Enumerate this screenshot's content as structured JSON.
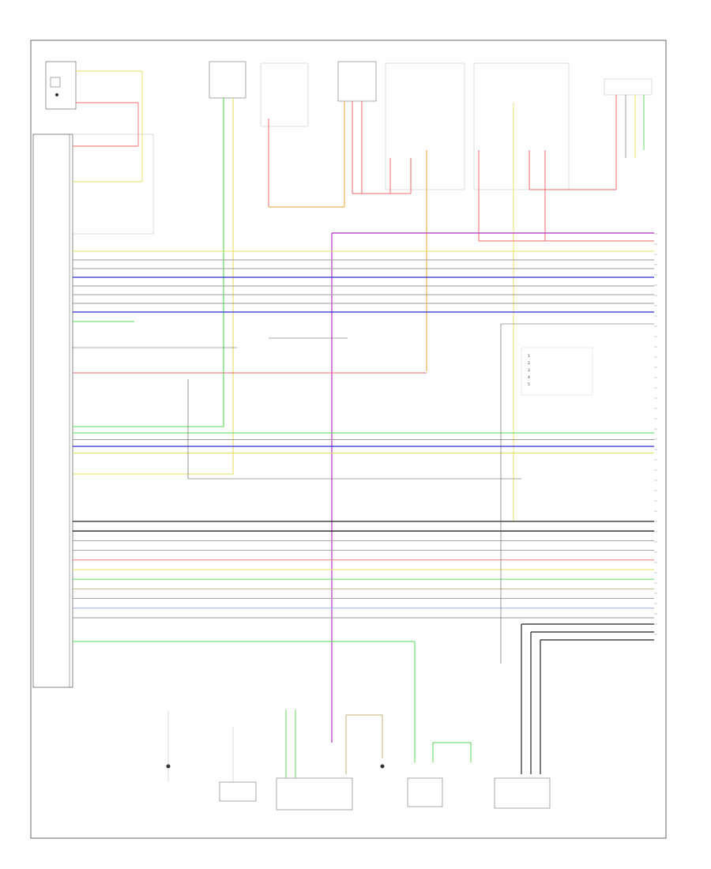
{
  "colors": {
    "frame": "#333333",
    "wire_yellow": "#e8e060",
    "wire_red": "#f06a6a",
    "wire_green": "#55d855",
    "wire_blue": "#2a2ad8",
    "wire_violet": "#b030c0",
    "wire_orange": "#f0a030",
    "wire_black": "#222222",
    "wire_gray": "#9a9a9a",
    "wire_tan": "#c8b078",
    "wire_lightblue": "#8aa0f0"
  },
  "wire_colors": [
    "yellow",
    "red",
    "green",
    "blue",
    "violet",
    "orange",
    "black",
    "gray",
    "tan",
    "lightblue"
  ],
  "bus_groups": [
    {
      "id": "group-a",
      "wires": [
        "yellow",
        "gray",
        "gray",
        "blue",
        "gray",
        "gray",
        "gray",
        "blue"
      ]
    },
    {
      "id": "group-b",
      "wires": [
        "green",
        "gray",
        "blue",
        "yellow"
      ]
    },
    {
      "id": "group-c",
      "wires": [
        "black",
        "black",
        "gray",
        "gray",
        "red",
        "yellow",
        "green",
        "tan",
        "gray",
        "lightblue",
        "gray"
      ]
    }
  ],
  "legend_entries": [
    "1",
    "2",
    "3",
    "4",
    "5"
  ],
  "components": [
    {
      "id": "top-left-switch"
    },
    {
      "id": "top-connector-1"
    },
    {
      "id": "top-connector-2"
    },
    {
      "id": "top-connector-3"
    },
    {
      "id": "top-connector-4"
    },
    {
      "id": "top-connector-5"
    },
    {
      "id": "top-right-connector"
    },
    {
      "id": "bottom-module-1"
    },
    {
      "id": "bottom-module-2"
    },
    {
      "id": "bottom-module-3"
    },
    {
      "id": "bottom-module-4"
    },
    {
      "id": "bottom-module-5"
    },
    {
      "id": "bottom-module-6"
    }
  ]
}
